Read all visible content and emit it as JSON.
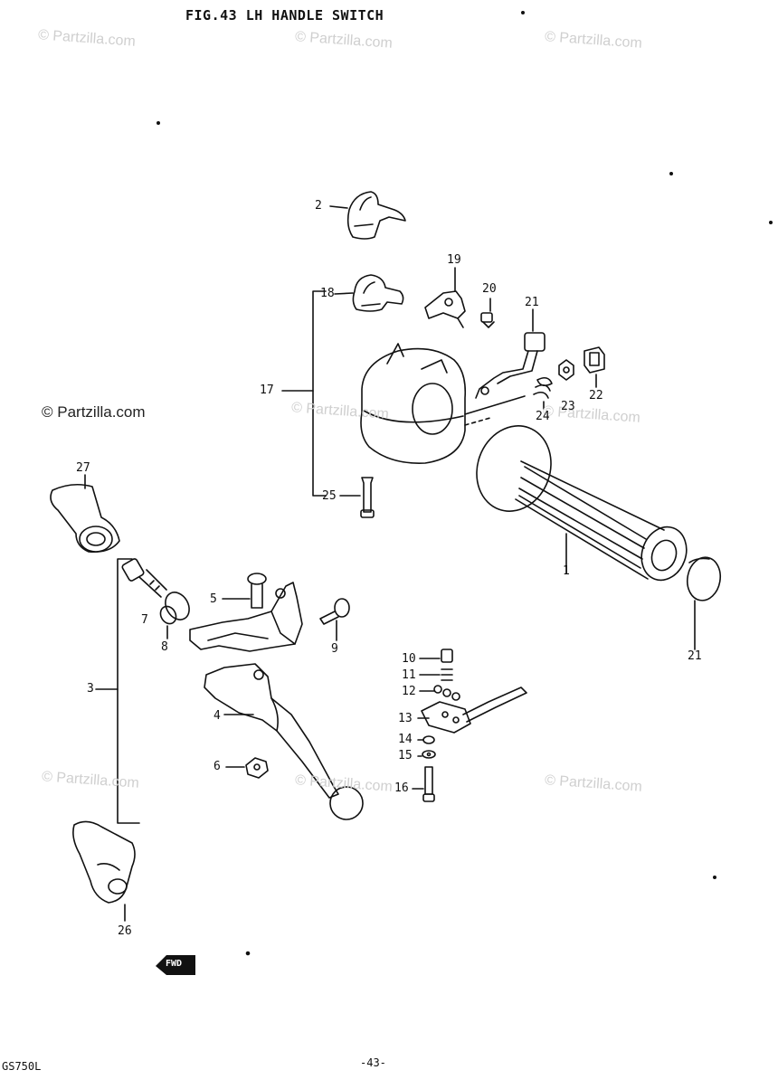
{
  "title": "FIG.43  LH HANDLE SWITCH",
  "watermarks": [
    "© Partzilla.com",
    "© Partzilla.com",
    "© Partzilla.com",
    "© Partzilla.com",
    "© Partzilla.com",
    "© Partzilla.com",
    "© Partzilla.com",
    "© Partzilla.com",
    "© Partzilla.com"
  ],
  "callouts": [
    "2",
    "19",
    "18",
    "20",
    "21",
    "17",
    "23",
    "22",
    "24",
    "25",
    "27",
    "1",
    "5",
    "7",
    "8",
    "9",
    "21",
    "10",
    "11",
    "3",
    "12",
    "4",
    "13",
    "14",
    "15",
    "6",
    "16",
    "26"
  ],
  "fwd_label": "FWD",
  "footer": {
    "model": "GS750L",
    "page": "-43-"
  }
}
